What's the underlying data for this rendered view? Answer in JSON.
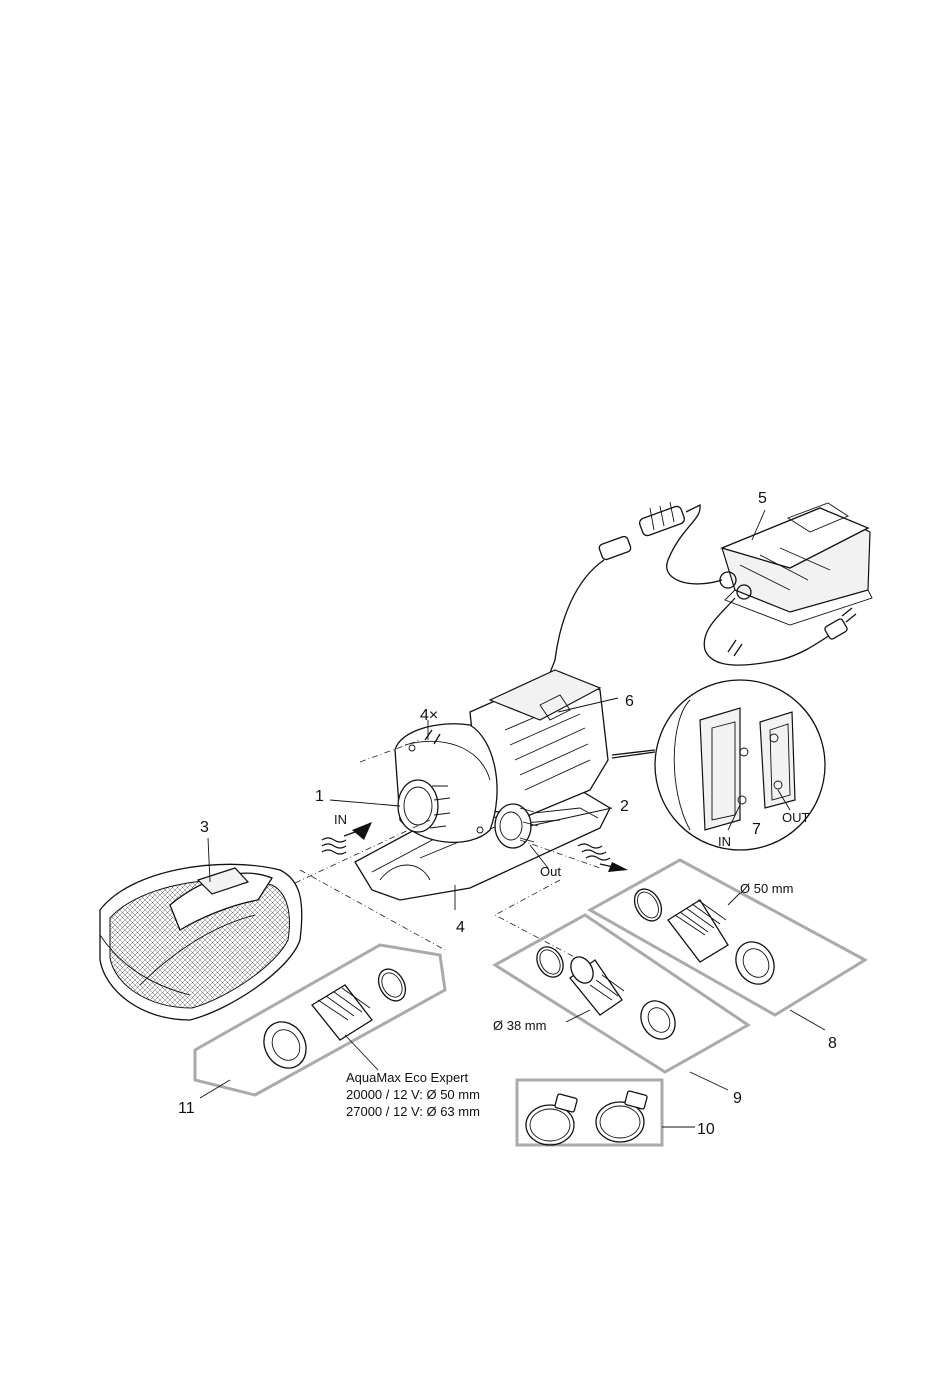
{
  "callouts": {
    "c1": "1",
    "c2": "2",
    "c3": "3",
    "c4": "4",
    "c5": "5",
    "c6": "6",
    "c7": "7",
    "c8": "8",
    "c9": "9",
    "c10": "10",
    "c11": "11",
    "screws": "4×"
  },
  "flow": {
    "in": "IN",
    "out": "Out"
  },
  "detail": {
    "in": "IN",
    "out": "OUT"
  },
  "dimensions": {
    "d50": "Ø 50 mm",
    "d38": "Ø 38 mm"
  },
  "note": {
    "line1": "AquaMax Eco Expert",
    "line2": "20000 / 12 V: Ø 50 mm",
    "line3": "27000 / 12 V: Ø 63 mm"
  }
}
